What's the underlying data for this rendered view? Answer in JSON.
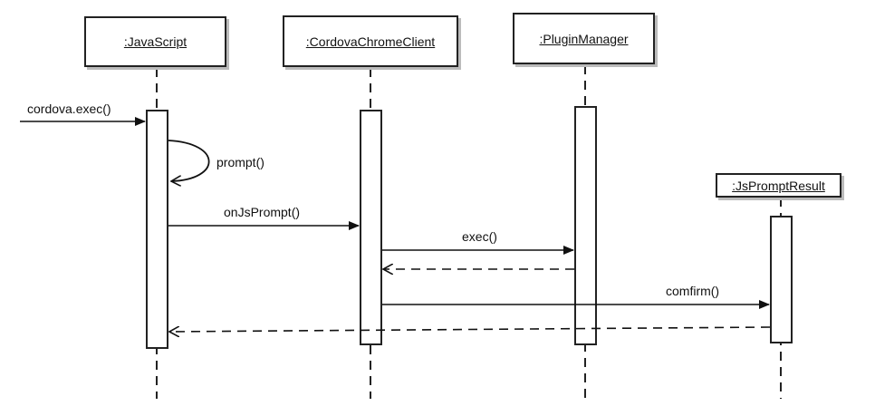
{
  "diagram": {
    "participants": [
      {
        "id": "js",
        "label": ":JavaScript"
      },
      {
        "id": "ccc",
        "label": ":CordovaChromeClient"
      },
      {
        "id": "pm",
        "label": ":PluginManager"
      },
      {
        "id": "jpr",
        "label": ":JsPromptResult"
      }
    ],
    "messages": [
      {
        "label": "cordova.exec()",
        "from": "external",
        "to": "js",
        "style": "solid"
      },
      {
        "label": "prompt()",
        "from": "js",
        "to": "js",
        "style": "solid"
      },
      {
        "label": "onJsPrompt()",
        "from": "js",
        "to": "ccc",
        "style": "solid"
      },
      {
        "label": "exec()",
        "from": "ccc",
        "to": "pm",
        "style": "solid"
      },
      {
        "label": "",
        "from": "pm",
        "to": "ccc",
        "style": "dashed"
      },
      {
        "label": "comfirm()",
        "from": "ccc",
        "to": "jpr",
        "style": "solid"
      },
      {
        "label": "",
        "from": "jpr",
        "to": "js",
        "style": "dashed"
      }
    ]
  }
}
